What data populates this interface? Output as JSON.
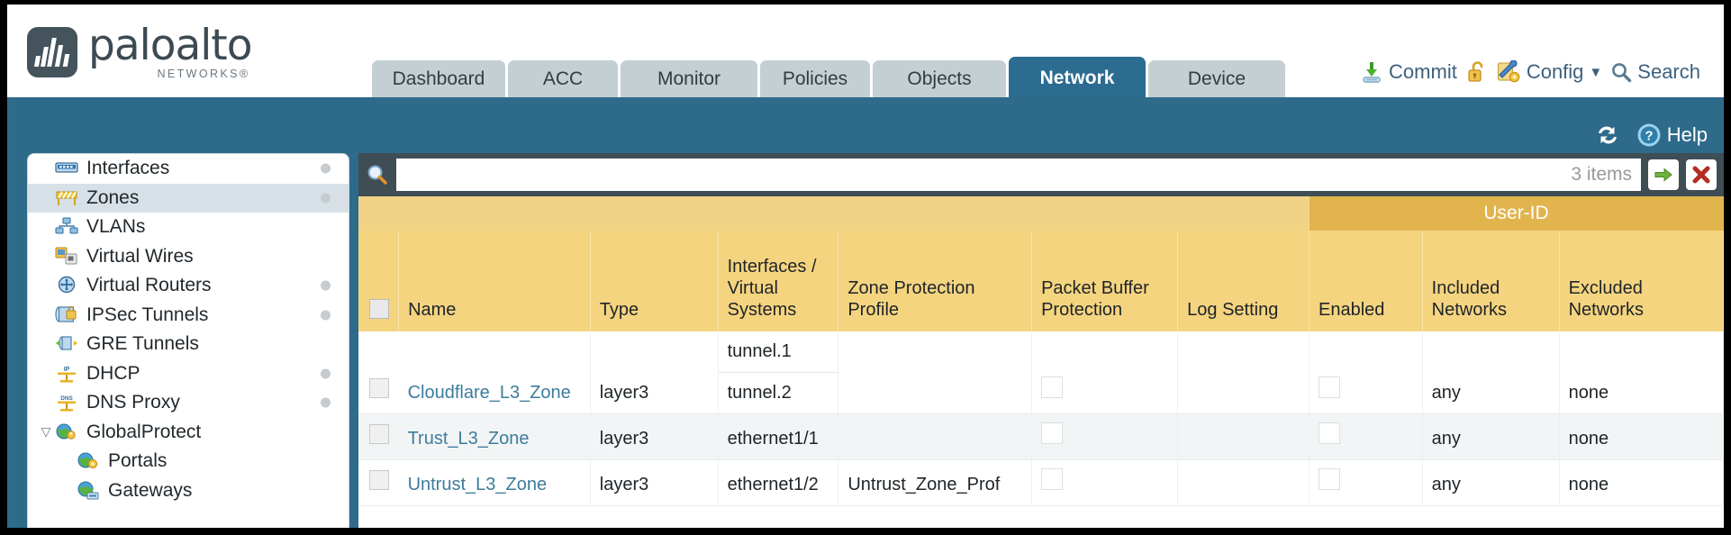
{
  "brand": {
    "name": "paloalto",
    "sub": "NETWORKS®",
    "logo_icon": "paloalto-logo-icon"
  },
  "nav": {
    "tabs": [
      {
        "label": "Dashboard",
        "active": false
      },
      {
        "label": "ACC",
        "active": false
      },
      {
        "label": "Monitor",
        "active": false
      },
      {
        "label": "Policies",
        "active": false
      },
      {
        "label": "Objects",
        "active": false
      },
      {
        "label": "Network",
        "active": true
      },
      {
        "label": "Device",
        "active": false
      }
    ],
    "actions": {
      "commit": "Commit",
      "commit_icon": "commit-download-icon",
      "lock_icon": "padlock-open-icon",
      "config": "Config",
      "config_icon": "config-wrench-icon",
      "config_caret": "▼",
      "search": "Search",
      "search_icon": "search-magnifier-icon"
    }
  },
  "subheader": {
    "refresh_icon": "refresh-icon",
    "help_icon": "help-question-icon",
    "help_label": "Help"
  },
  "sidebar": {
    "items": [
      {
        "label": "Interfaces",
        "icon": "interfaces-icon",
        "dot": true,
        "child": false,
        "selected": false,
        "caret": ""
      },
      {
        "label": "Zones",
        "icon": "zones-icon",
        "dot": true,
        "child": false,
        "selected": true,
        "caret": ""
      },
      {
        "label": "VLANs",
        "icon": "vlans-icon",
        "dot": false,
        "child": false,
        "selected": false,
        "caret": ""
      },
      {
        "label": "Virtual Wires",
        "icon": "virtual-wires-icon",
        "dot": false,
        "child": false,
        "selected": false,
        "caret": ""
      },
      {
        "label": "Virtual Routers",
        "icon": "virtual-routers-icon",
        "dot": true,
        "child": false,
        "selected": false,
        "caret": ""
      },
      {
        "label": "IPSec Tunnels",
        "icon": "ipsec-tunnels-icon",
        "dot": true,
        "child": false,
        "selected": false,
        "caret": ""
      },
      {
        "label": "GRE Tunnels",
        "icon": "gre-tunnels-icon",
        "dot": false,
        "child": false,
        "selected": false,
        "caret": ""
      },
      {
        "label": "DHCP",
        "icon": "dhcp-icon",
        "dot": true,
        "child": false,
        "selected": false,
        "caret": ""
      },
      {
        "label": "DNS Proxy",
        "icon": "dns-proxy-icon",
        "dot": true,
        "child": false,
        "selected": false,
        "caret": ""
      },
      {
        "label": "GlobalProtect",
        "icon": "globalprotect-icon",
        "dot": false,
        "child": false,
        "selected": false,
        "caret": "▽"
      },
      {
        "label": "Portals",
        "icon": "portals-icon",
        "dot": false,
        "child": true,
        "selected": false,
        "caret": ""
      },
      {
        "label": "Gateways",
        "icon": "gateways-icon",
        "dot": false,
        "child": true,
        "selected": false,
        "caret": ""
      }
    ]
  },
  "search": {
    "value": "",
    "placeholder": "",
    "item_count": "3 items",
    "apply_icon": "green-arrow-icon",
    "clear_icon": "red-x-icon",
    "magnifier_icon": "search-magnifier-icon"
  },
  "table": {
    "group_header": "User-ID",
    "columns": [
      "Name",
      "Type",
      "Interfaces / Virtual Systems",
      "Zone Protection Profile",
      "Packet Buffer Protection",
      "Log Setting",
      "Enabled",
      "Included Networks",
      "Excluded Networks"
    ],
    "columns_multiline": {
      "interfaces": [
        "Interfaces /",
        "Virtual",
        "Systems"
      ],
      "zone_protection": [
        "Zone Protection",
        "Profile"
      ],
      "packet_buffer": [
        "Packet Buffer",
        "Protection"
      ],
      "included": [
        "Included",
        "Networks"
      ],
      "excluded": [
        "Excluded",
        "Networks"
      ]
    },
    "rows": [
      {
        "selected": false,
        "name": "Cloudflare_L3_Zone",
        "type": "layer3",
        "interfaces": [
          "tunnel.1",
          "tunnel.2"
        ],
        "zone_protection_profile": "",
        "packet_buffer_protection": false,
        "log_setting": "",
        "enabled": false,
        "included_networks": "any",
        "excluded_networks": "none"
      },
      {
        "selected": false,
        "name": "Trust_L3_Zone",
        "type": "layer3",
        "interfaces": [
          "ethernet1/1"
        ],
        "zone_protection_profile": "",
        "packet_buffer_protection": false,
        "log_setting": "",
        "enabled": false,
        "included_networks": "any",
        "excluded_networks": "none"
      },
      {
        "selected": false,
        "name": "Untrust_L3_Zone",
        "type": "layer3",
        "interfaces": [
          "ethernet1/2"
        ],
        "zone_protection_profile": "Untrust_Zone_Prof",
        "packet_buffer_protection": false,
        "log_setting": "",
        "enabled": false,
        "included_networks": "any",
        "excluded_networks": "none"
      }
    ]
  },
  "colors": {
    "header_blue": "#2e6a8a",
    "active_tab": "#2d6c91",
    "tab_gray": "#c3cfd3",
    "table_header_gold": "#f5d480",
    "group_header_gold": "#e2b44e",
    "link_teal": "#3d7c9b",
    "search_bar_slate": "#3f4d55"
  }
}
